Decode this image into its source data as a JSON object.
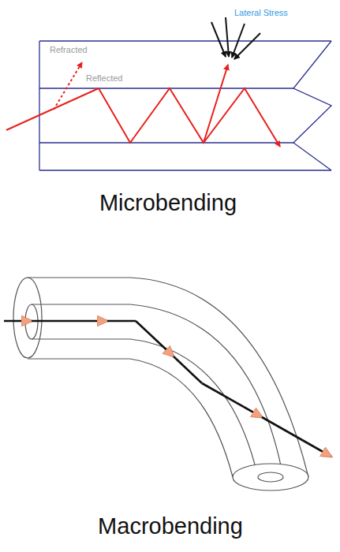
{
  "diagram": {
    "labels": [
      "Refracted",
      "Reflected",
      "Lateral Stress",
      "Microbending",
      "Macrobending"
    ]
  }
}
